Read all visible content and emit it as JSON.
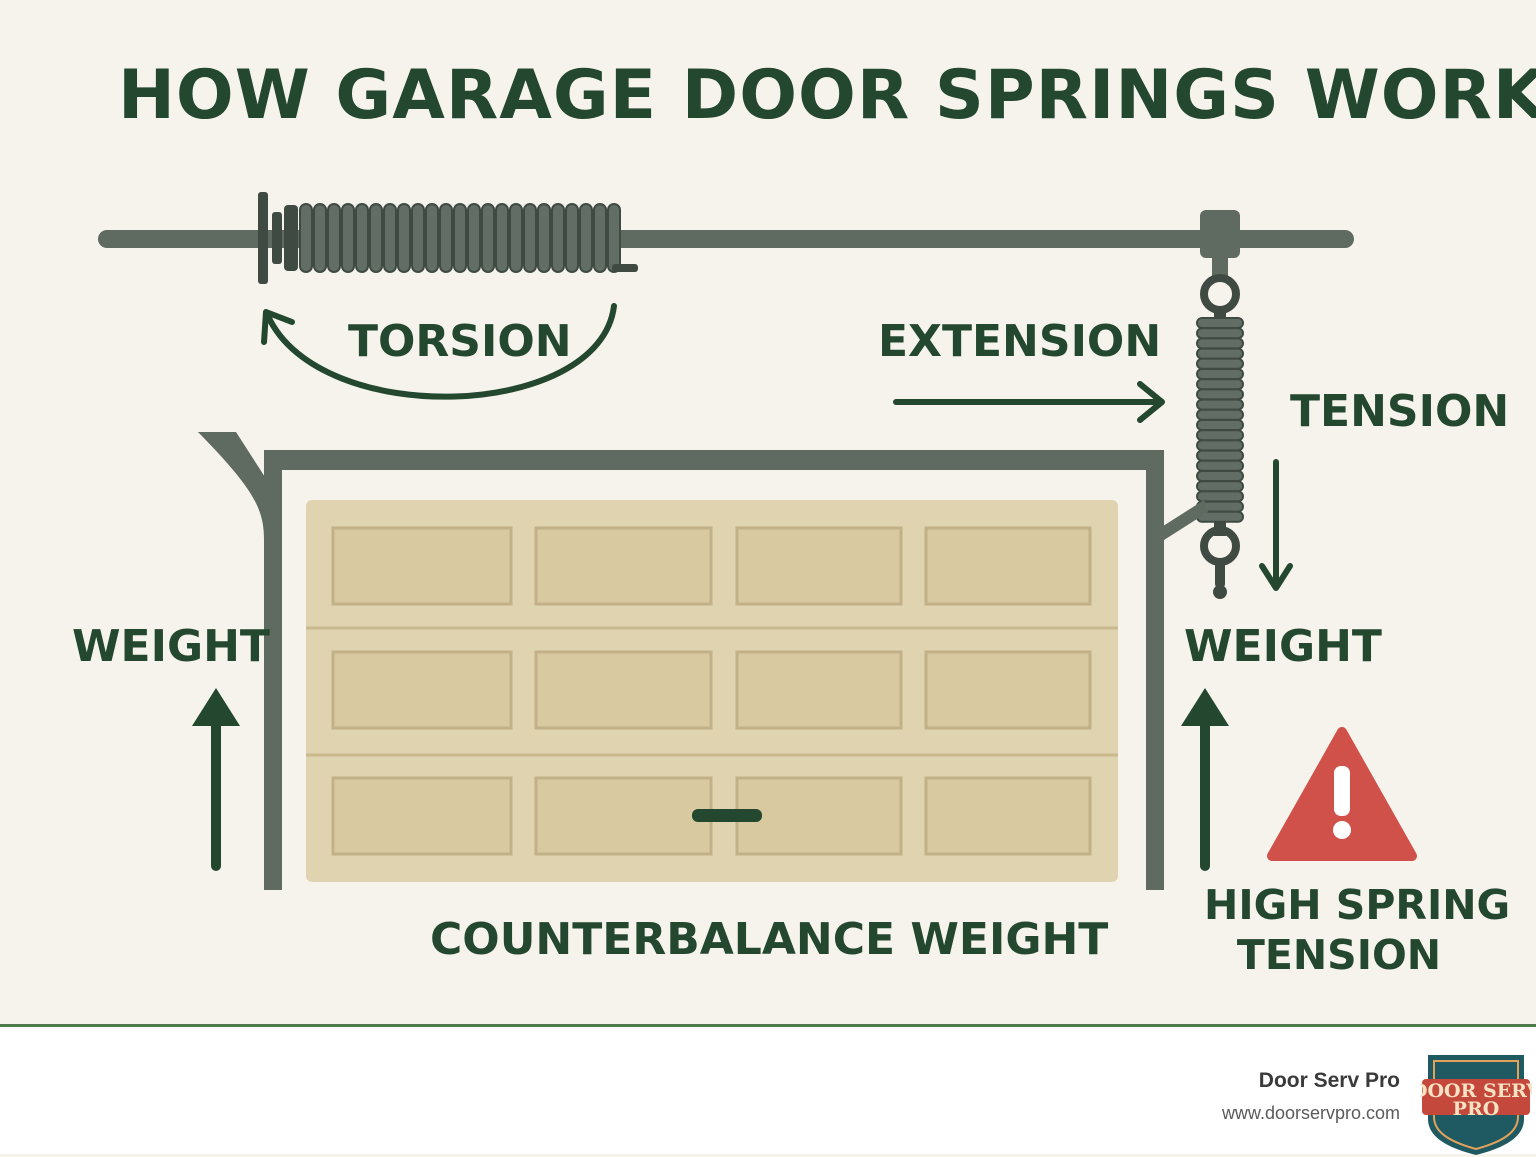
{
  "title": "HOW GARAGE DOOR SPRINGS WORK",
  "labels": {
    "torsion": "TORSION",
    "extension": "EXTENSION",
    "tension": "TENSION",
    "weight_left": "WEIGHT",
    "weight_right": "WEIGHT",
    "counterbalance": "COUNTERBALANCE WEIGHT",
    "warning_line1": "HIGH SPRING",
    "warning_line2": "TENSION"
  },
  "footer": {
    "brand_name": "Door Serv Pro",
    "url": "www.doorservpro.com",
    "logo_line1": "DOOR SERV",
    "logo_line2": "PRO"
  },
  "icons": [
    "torsion-spring-icon",
    "extension-spring-icon",
    "warning-triangle-icon",
    "door-handle-icon"
  ],
  "colors": {
    "text": "#23472f",
    "frame": "#5f6a60",
    "door": "#e0d3b0",
    "warning": "#d0504a"
  }
}
